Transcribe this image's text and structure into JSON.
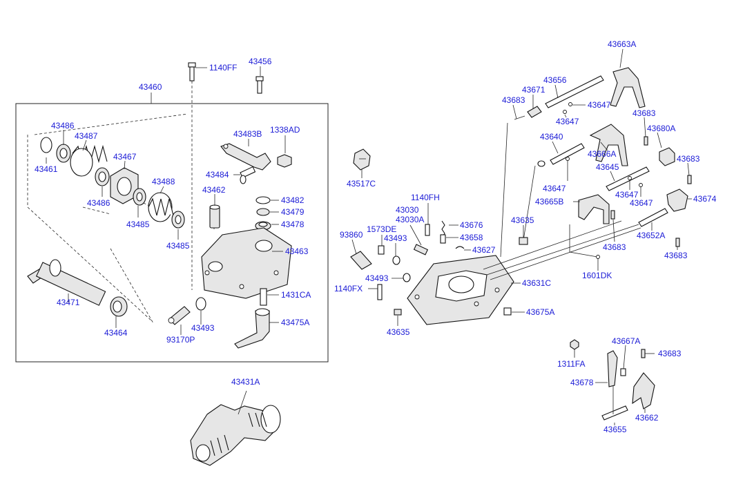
{
  "labels": {
    "p1140FF": "1140FF",
    "p43456": "43456",
    "p43460": "43460",
    "p43486a": "43486",
    "p43487": "43487",
    "p43461": "43461",
    "p43467": "43467",
    "p43486b": "43486",
    "p43488": "43488",
    "p43485a": "43485",
    "p43485b": "43485",
    "p43483B": "43483B",
    "p1338AD": "1338AD",
    "p43484": "43484",
    "p43462": "43462",
    "p43482": "43482",
    "p43479": "43479",
    "p43478": "43478",
    "p43463": "43463",
    "p43471": "43471",
    "p1431CA": "1431CA",
    "p43493a": "43493",
    "p43475A": "43475A",
    "p43464": "43464",
    "p93170P": "93170P",
    "p43431A": "43431A",
    "p43517C": "43517C",
    "p1140FH": "1140FH",
    "p43030": "43030",
    "p43030A": "43030A",
    "p1573DE": "1573DE",
    "p93860": "93860",
    "p43493b": "43493",
    "p43676": "43676",
    "p43658": "43658",
    "p43627": "43627",
    "p43493c": "43493",
    "p1140FX": "1140FX",
    "p43631C": "43631C",
    "p43635a": "43635",
    "p43675A": "43675A",
    "p43635b": "43635",
    "p43663A": "43663A",
    "p43656": "43656",
    "p43671": "43671",
    "p43683a": "43683",
    "p43647a": "43647",
    "p43647b": "43647",
    "p43683b": "43683",
    "p43680A": "43680A",
    "p43640": "43640",
    "p43666A": "43666A",
    "p43683c": "43683",
    "p43645": "43645",
    "p43647c": "43647",
    "p43647d": "43647",
    "p43647e": "43647",
    "p43665B": "43665B",
    "p43674": "43674",
    "p43683d": "43683",
    "p43652A": "43652A",
    "p43683e": "43683",
    "p1601DK": "1601DK",
    "p43667A": "43667A",
    "p1311FA": "1311FA",
    "p43683f": "43683",
    "p43678": "43678",
    "p43662": "43662",
    "p43655": "43655"
  }
}
